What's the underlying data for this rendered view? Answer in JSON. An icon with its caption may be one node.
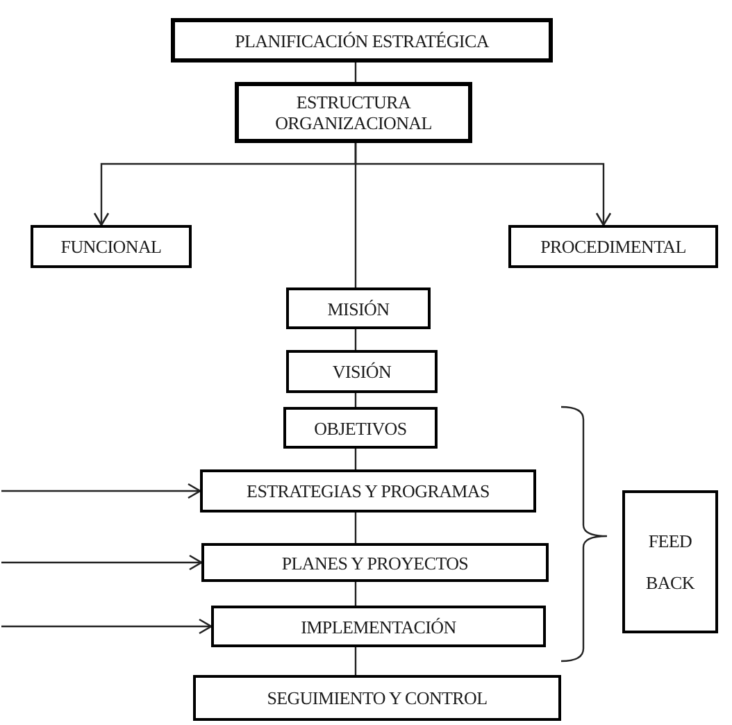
{
  "diagram": {
    "nodes": [
      {
        "text": [
          "PLANIFICACIÓN ESTRATÉGICA"
        ]
      },
      {
        "text": [
          "ESTRUCTURA ORGANIZACIONAL"
        ]
      },
      {
        "text": [
          "FUNCIONAL"
        ]
      },
      {
        "text": [
          "PROCEDIMENTAL"
        ]
      },
      {
        "text": [
          "MISIÓN"
        ]
      },
      {
        "text": [
          "VISIÓN"
        ]
      },
      {
        "text": [
          "OBJETIVOS"
        ]
      },
      {
        "text": [
          "ESTRATEGIAS Y PROGRAMAS"
        ]
      },
      {
        "text": [
          "PLANES Y PROYECTOS"
        ]
      },
      {
        "text": [
          "IMPLEMENTACIÓN"
        ]
      },
      {
        "text": [
          "SEGUIMIENTO Y CONTROL"
        ]
      },
      {
        "text": [
          "FEED BACK"
        ]
      }
    ],
    "edges": [
      {
        "from": 0,
        "to": 1,
        "arrow": "none"
      },
      {
        "from": 1,
        "to": 2,
        "arrow": "to"
      },
      {
        "from": 1,
        "to": 3,
        "arrow": "to"
      },
      {
        "from": 1,
        "to": 4,
        "arrow": "none"
      },
      {
        "from": 4,
        "to": 5,
        "arrow": "none"
      },
      {
        "from": 5,
        "to": 6,
        "arrow": "none"
      },
      {
        "from": 6,
        "to": 7,
        "arrow": "none"
      },
      {
        "from": 7,
        "to": 8,
        "arrow": "none"
      },
      {
        "from": 8,
        "to": 9,
        "arrow": "none"
      },
      {
        "from": 9,
        "to": 10,
        "arrow": "none"
      },
      {
        "from": null,
        "to": 7,
        "arrow": "to"
      },
      {
        "from": null,
        "to": 8,
        "arrow": "to"
      },
      {
        "from": null,
        "to": 9,
        "arrow": "to"
      }
    ]
  }
}
